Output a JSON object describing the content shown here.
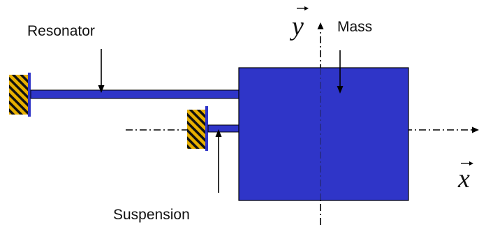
{
  "labels": {
    "resonator": "Resonator",
    "mass": "Mass",
    "suspension": "Suspension",
    "axis_x": "x",
    "axis_y": "y"
  },
  "colors": {
    "body_fill": "#2f35c8",
    "body_stroke": "#000000",
    "anchor_fill": "#e8b000",
    "anchor_hatch": "#111111",
    "text": "#111111",
    "axis": "#000000"
  },
  "icons": {
    "anchor": "hatched-fixed-anchor",
    "vector_arrow": "vector-arrow"
  }
}
